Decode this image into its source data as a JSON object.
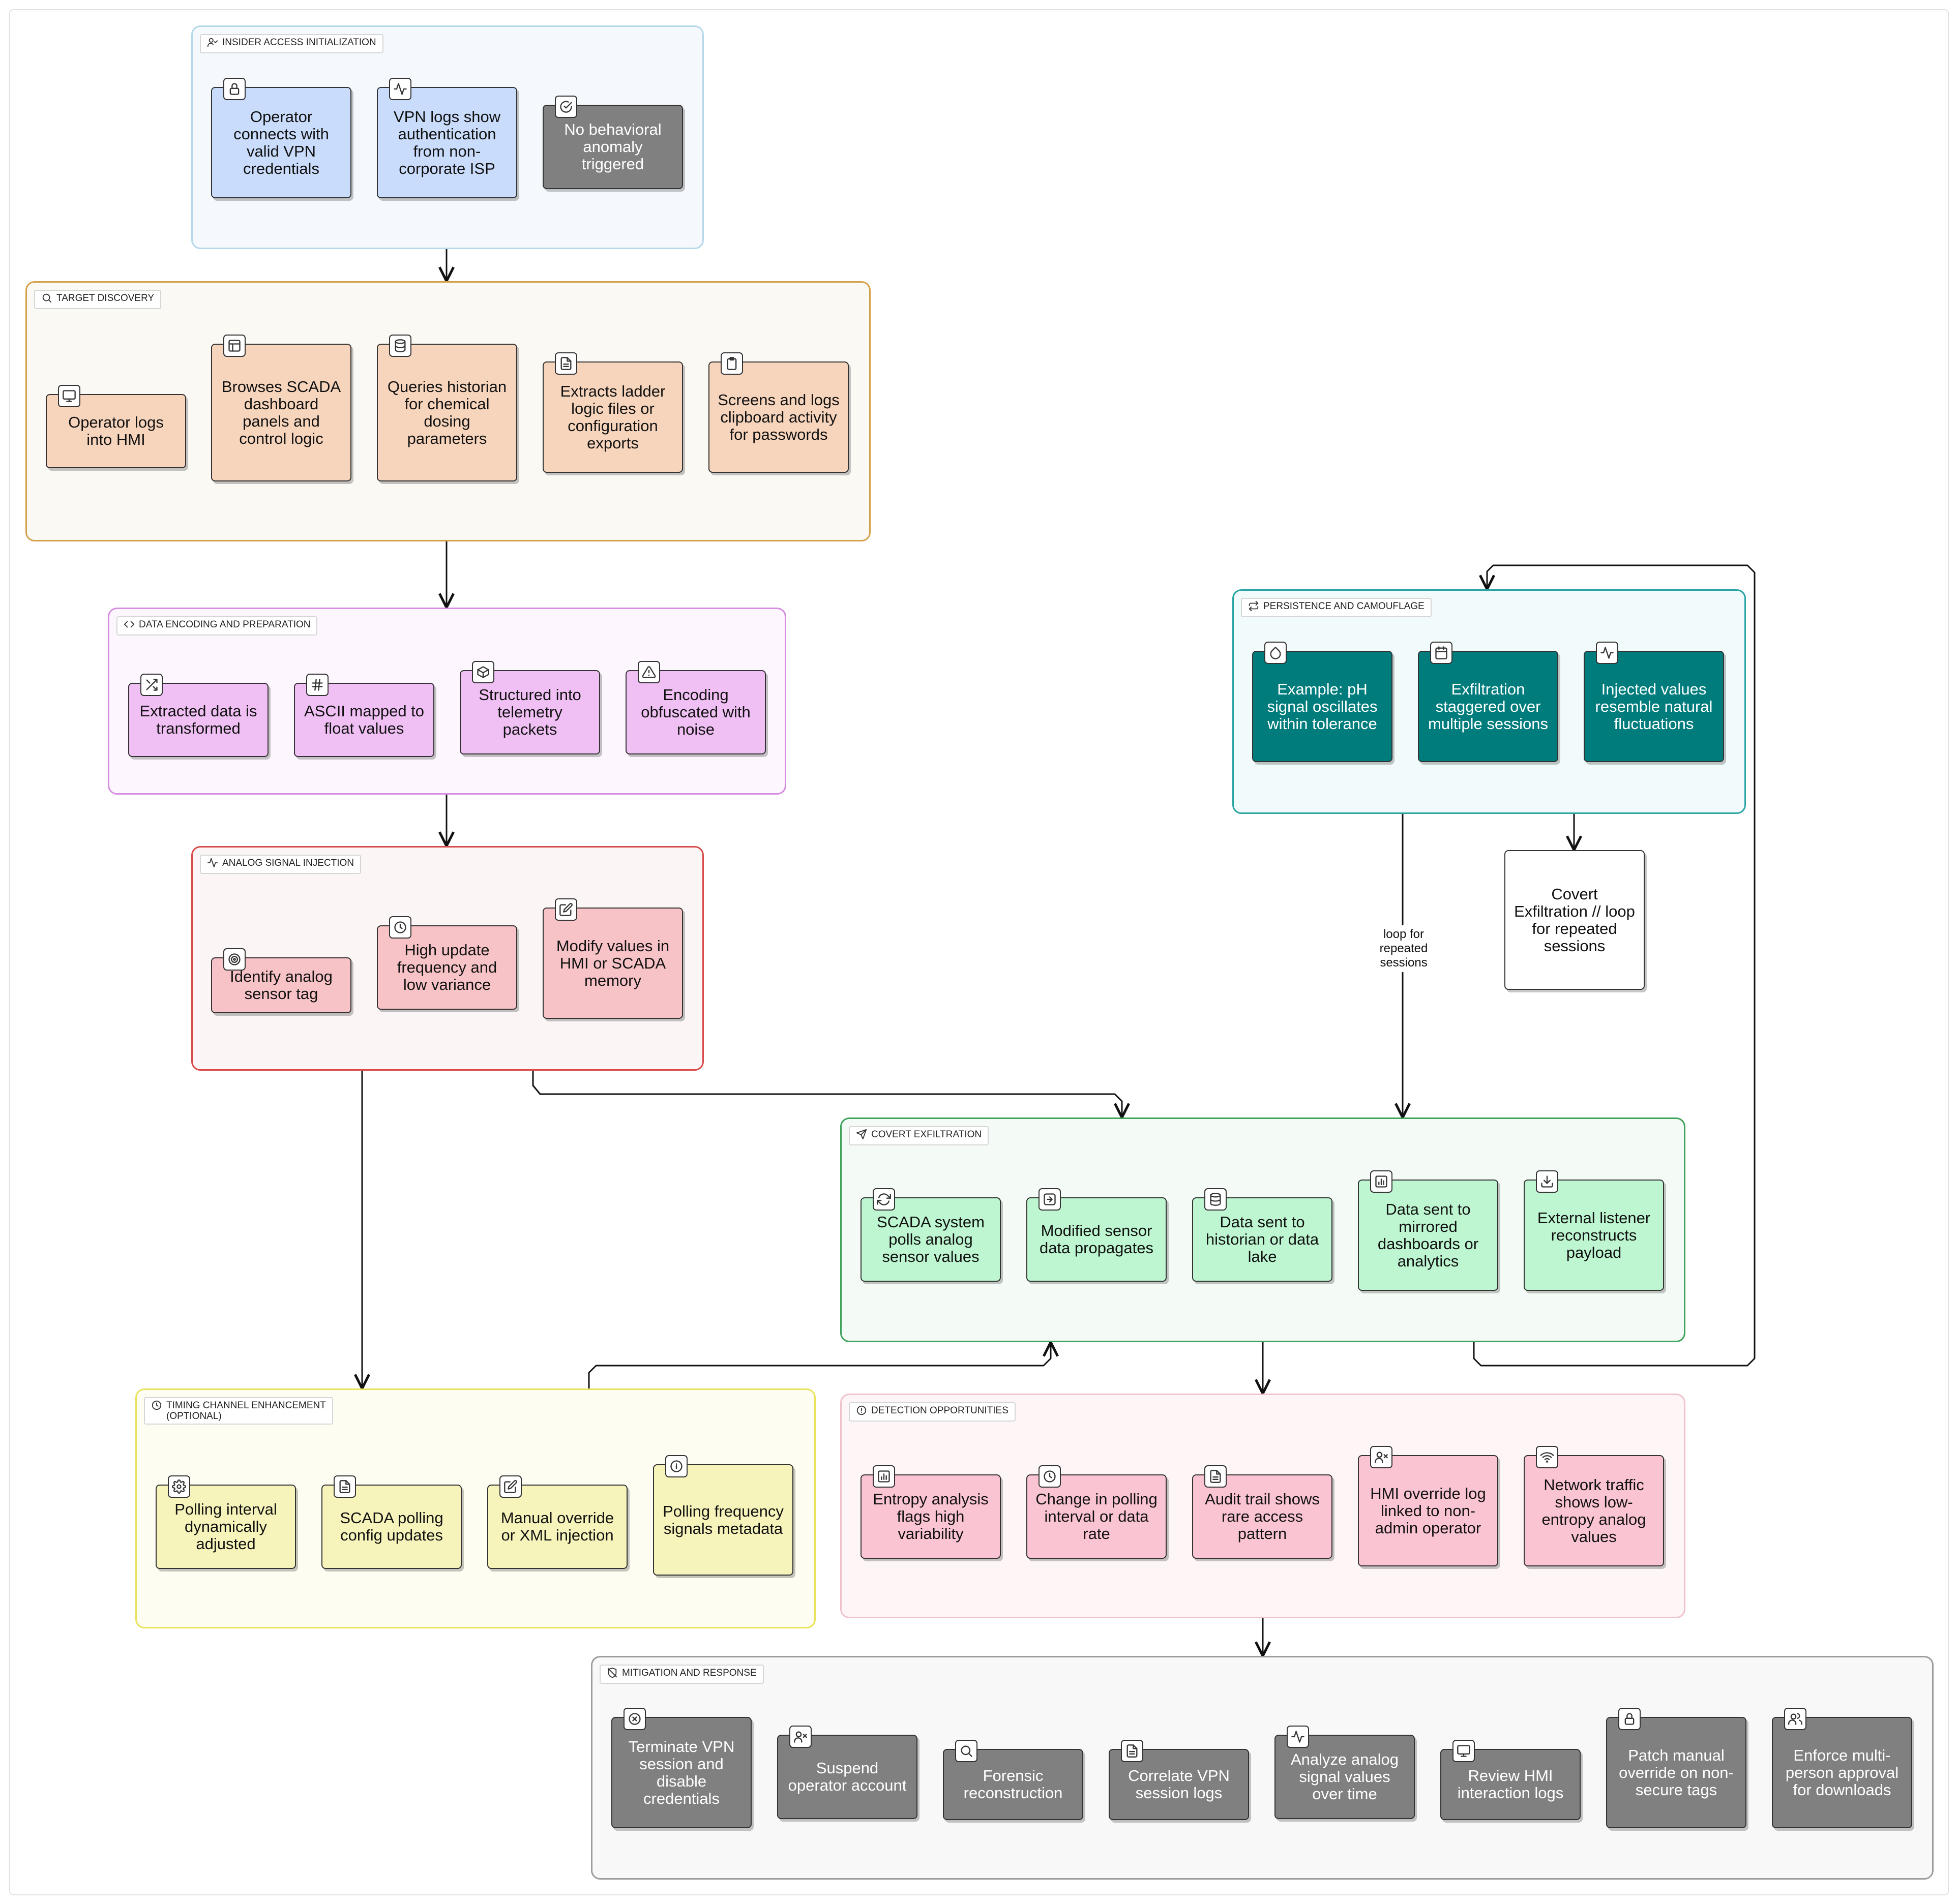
{
  "colors": {
    "blue": "#c9dcfb",
    "gray": "#808080",
    "peach": "#f7d5bd",
    "violet": "#f0c0f4",
    "red": "#f8c3c6",
    "teal": "#007c7c",
    "green": "#bdf6d1",
    "yellow": "#f6f4ba",
    "pink": "#fbc4d2",
    "white": "#ffffff"
  },
  "groups": [
    {
      "id": "g1",
      "label": "INSIDER ACCESS INITIALIZATION",
      "icon": "user-check-icon",
      "bg": "#f5f9fd",
      "border": "#b6d9ea"
    },
    {
      "id": "g2",
      "label": "TARGET DISCOVERY",
      "icon": "search-icon",
      "bg": "#fbf9f4",
      "border": "#d4a04a"
    },
    {
      "id": "g3",
      "label": "DATA ENCODING AND PREPARATION",
      "icon": "code-icon",
      "bg": "#fdf6fe",
      "border": "#d58ee0"
    },
    {
      "id": "g4",
      "label": "ANALOG SIGNAL INJECTION",
      "icon": "activity-icon",
      "bg": "#fcf5f5",
      "border": "#d94a4a"
    },
    {
      "id": "g5",
      "label": "PERSISTENCE AND CAMOUFLAGE",
      "icon": "repeat-icon",
      "bg": "#f2fbfb",
      "border": "#2aa3a3"
    },
    {
      "id": "g6",
      "label": "COVERT EXFILTRATION",
      "icon": "send-icon",
      "bg": "#f4fbf6",
      "border": "#3fa35c"
    },
    {
      "id": "g7",
      "label": "TIMING CHANNEL ENHANCEMENT\n(OPTIONAL)",
      "icon": "clock-icon",
      "bg": "#fefdf1",
      "border": "#e9e25a"
    },
    {
      "id": "g8",
      "label": "DETECTION OPPORTUNITIES",
      "icon": "alert-circle-icon",
      "bg": "#fef5f7",
      "border": "#f0c3cc"
    },
    {
      "id": "g9",
      "label": "MITIGATION AND RESPONSE",
      "icon": "shield-off-icon",
      "bg": "#f8f8f8",
      "border": "#9c9c9c"
    }
  ],
  "nodes": [
    {
      "id": "n1",
      "group": "g1",
      "text": "Operator connects with valid VPN credentials",
      "icon": "lock-icon",
      "fill": "blue",
      "ink": "#111"
    },
    {
      "id": "n2",
      "group": "g1",
      "text": "VPN logs show authentication from non-corporate ISP",
      "icon": "activity-icon",
      "fill": "blue",
      "ink": "#111"
    },
    {
      "id": "n3",
      "group": "g1",
      "text": "No behavioral anomaly triggered",
      "icon": "check-circle-icon",
      "fill": "gray",
      "ink": "#fff"
    },
    {
      "id": "n4",
      "group": "g2",
      "text": "Operator logs into HMI",
      "icon": "monitor-icon",
      "fill": "peach",
      "ink": "#111"
    },
    {
      "id": "n5",
      "group": "g2",
      "text": "Browses SCADA dashboard panels and control logic",
      "icon": "layout-icon",
      "fill": "peach",
      "ink": "#111"
    },
    {
      "id": "n6",
      "group": "g2",
      "text": "Queries historian for chemical dosing parameters",
      "icon": "database-icon",
      "fill": "peach",
      "ink": "#111"
    },
    {
      "id": "n7",
      "group": "g2",
      "text": "Extracts ladder logic files or configuration exports",
      "icon": "file-text-icon",
      "fill": "peach",
      "ink": "#111"
    },
    {
      "id": "n8",
      "group": "g2",
      "text": "Screens and logs clipboard activity for passwords",
      "icon": "clipboard-icon",
      "fill": "peach",
      "ink": "#111"
    },
    {
      "id": "n9",
      "group": "g3",
      "text": "Extracted data is transformed",
      "icon": "shuffle-icon",
      "fill": "violet",
      "ink": "#111"
    },
    {
      "id": "n10",
      "group": "g3",
      "text": "ASCII mapped to float values",
      "icon": "hash-icon",
      "fill": "violet",
      "ink": "#111"
    },
    {
      "id": "n11",
      "group": "g3",
      "text": "Structured into telemetry packets",
      "icon": "package-icon",
      "fill": "violet",
      "ink": "#111"
    },
    {
      "id": "n12",
      "group": "g3",
      "text": "Encoding obfuscated with noise",
      "icon": "alert-triangle-icon",
      "fill": "violet",
      "ink": "#111"
    },
    {
      "id": "n13",
      "group": "g4",
      "text": "Identify analog sensor tag",
      "icon": "target-icon",
      "fill": "red",
      "ink": "#111"
    },
    {
      "id": "n14",
      "group": "g4",
      "text": "High update frequency and low variance",
      "icon": "clock-icon",
      "fill": "red",
      "ink": "#111"
    },
    {
      "id": "n15",
      "group": "g4",
      "text": "Modify values in HMI or SCADA memory",
      "icon": "edit-icon",
      "fill": "red",
      "ink": "#111"
    },
    {
      "id": "n16",
      "group": "g5",
      "text": "Example: pH signal oscillates within tolerance",
      "icon": "droplet-icon",
      "fill": "teal",
      "ink": "#fff"
    },
    {
      "id": "n17",
      "group": "g5",
      "text": "Exfiltration staggered over multiple sessions",
      "icon": "calendar-icon",
      "fill": "teal",
      "ink": "#fff"
    },
    {
      "id": "n18",
      "group": "g5",
      "text": "Injected values resemble natural fluctuations",
      "icon": "activity-icon",
      "fill": "teal",
      "ink": "#fff"
    },
    {
      "id": "n19",
      "group": "",
      "text": "Covert Exfiltration // loop for repeated sessions",
      "icon": "",
      "fill": "white",
      "ink": "#111"
    },
    {
      "id": "n20",
      "group": "g6",
      "text": "SCADA system polls analog sensor values",
      "icon": "refresh-icon",
      "fill": "green",
      "ink": "#111"
    },
    {
      "id": "n21",
      "group": "g6",
      "text": "Modified sensor data propagates",
      "icon": "arrow-right-icon",
      "fill": "green",
      "ink": "#111"
    },
    {
      "id": "n22",
      "group": "g6",
      "text": "Data sent to historian or data lake",
      "icon": "database-icon",
      "fill": "green",
      "ink": "#111"
    },
    {
      "id": "n23",
      "group": "g6",
      "text": "Data sent to mirrored dashboards or analytics",
      "icon": "bar-chart-icon",
      "fill": "green",
      "ink": "#111"
    },
    {
      "id": "n24",
      "group": "g6",
      "text": "External listener reconstructs payload",
      "icon": "download-icon",
      "fill": "green",
      "ink": "#111"
    },
    {
      "id": "n25",
      "group": "g7",
      "text": "Polling interval dynamically adjusted",
      "icon": "settings-icon",
      "fill": "yellow",
      "ink": "#111"
    },
    {
      "id": "n26",
      "group": "g7",
      "text": "SCADA polling config updates",
      "icon": "file-text-icon",
      "fill": "yellow",
      "ink": "#111"
    },
    {
      "id": "n27",
      "group": "g7",
      "text": "Manual override or XML injection",
      "icon": "edit-icon",
      "fill": "yellow",
      "ink": "#111"
    },
    {
      "id": "n28",
      "group": "g7",
      "text": "Polling frequency signals metadata",
      "icon": "info-icon",
      "fill": "yellow",
      "ink": "#111"
    },
    {
      "id": "n29",
      "group": "g8",
      "text": "Entropy analysis flags high variability",
      "icon": "bar-chart-icon",
      "fill": "pink",
      "ink": "#111"
    },
    {
      "id": "n30",
      "group": "g8",
      "text": "Change in polling interval or data rate",
      "icon": "clock-icon",
      "fill": "pink",
      "ink": "#111"
    },
    {
      "id": "n31",
      "group": "g8",
      "text": "Audit trail shows rare access pattern",
      "icon": "file-text-icon",
      "fill": "pink",
      "ink": "#111"
    },
    {
      "id": "n32",
      "group": "g8",
      "text": "HMI override log linked to non-admin operator",
      "icon": "user-x-icon",
      "fill": "pink",
      "ink": "#111"
    },
    {
      "id": "n33",
      "group": "g8",
      "text": "Network traffic shows low-entropy analog values",
      "icon": "wifi-icon",
      "fill": "pink",
      "ink": "#111"
    },
    {
      "id": "n34",
      "group": "g9",
      "text": "Terminate VPN session and disable credentials",
      "icon": "x-circle-icon",
      "fill": "gray",
      "ink": "#fff"
    },
    {
      "id": "n35",
      "group": "g9",
      "text": "Suspend operator account",
      "icon": "user-x-icon",
      "fill": "gray",
      "ink": "#fff"
    },
    {
      "id": "n36",
      "group": "g9",
      "text": "Forensic reconstruction",
      "icon": "search-icon",
      "fill": "gray",
      "ink": "#fff"
    },
    {
      "id": "n37",
      "group": "g9",
      "text": "Correlate VPN session logs",
      "icon": "file-text-icon",
      "fill": "gray",
      "ink": "#fff"
    },
    {
      "id": "n38",
      "group": "g9",
      "text": "Analyze analog signal values over time",
      "icon": "activity-icon",
      "fill": "gray",
      "ink": "#fff"
    },
    {
      "id": "n39",
      "group": "g9",
      "text": "Review HMI interaction logs",
      "icon": "monitor-icon",
      "fill": "gray",
      "ink": "#fff"
    },
    {
      "id": "n40",
      "group": "g9",
      "text": "Patch manual override on non-secure tags",
      "icon": "lock-icon",
      "fill": "gray",
      "ink": "#fff"
    },
    {
      "id": "n41",
      "group": "g9",
      "text": "Enforce multi-person approval for downloads",
      "icon": "users-icon",
      "fill": "gray",
      "ink": "#fff"
    }
  ],
  "edges": [
    {
      "from": "g1",
      "to": "g2",
      "label": ""
    },
    {
      "from": "g2",
      "to": "g3",
      "label": ""
    },
    {
      "from": "g3",
      "to": "g4",
      "label": ""
    },
    {
      "from": "g4",
      "to": "g7",
      "label": ""
    },
    {
      "from": "g4",
      "to": "g6",
      "label": ""
    },
    {
      "from": "g7",
      "to": "g6",
      "label": ""
    },
    {
      "from": "g5",
      "to": "g6",
      "label": "loop for\nrepeated\nsessions"
    },
    {
      "from": "g5",
      "to": "n19",
      "label": ""
    },
    {
      "from": "g6",
      "to": "g8",
      "label": ""
    },
    {
      "from": "g6",
      "to": "g5",
      "label": ""
    },
    {
      "from": "g8",
      "to": "g9",
      "label": ""
    }
  ]
}
